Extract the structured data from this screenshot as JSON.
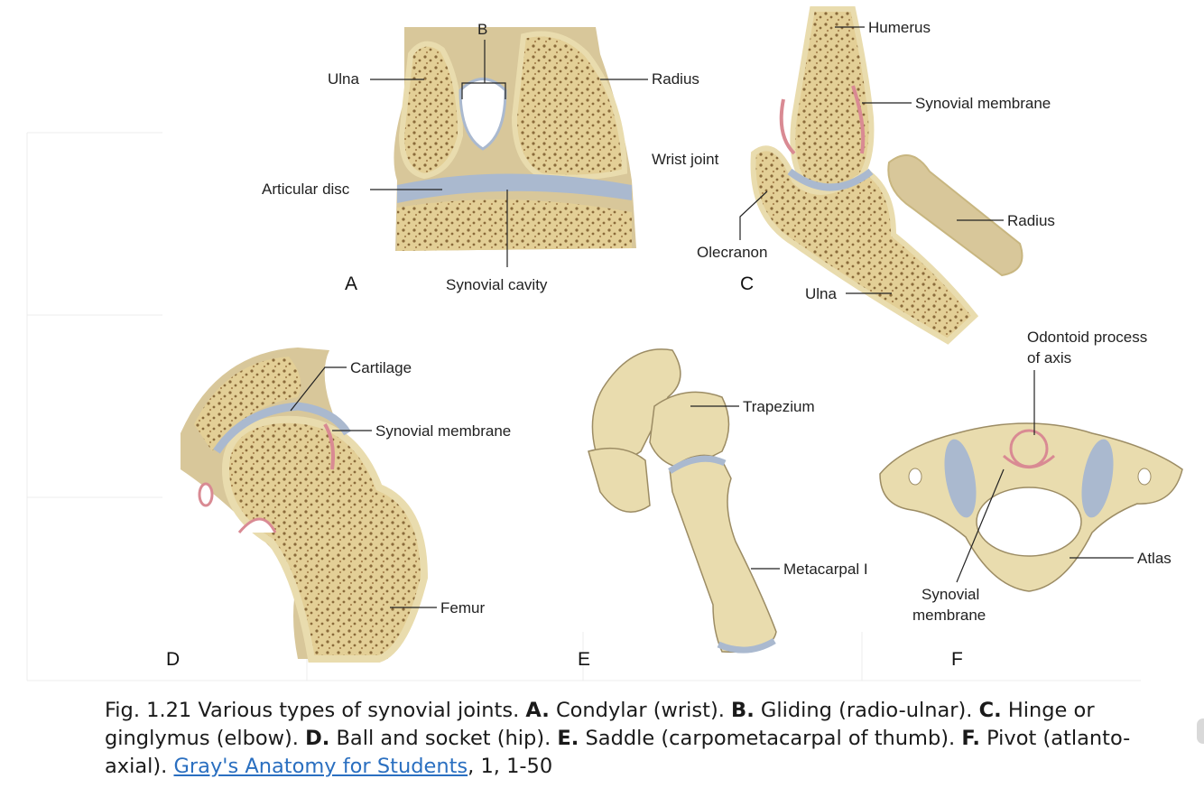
{
  "panels": {
    "A": {
      "letter": "A",
      "labels": {
        "b": "B",
        "ulna": "Ulna",
        "radius": "Radius",
        "wrist_joint": "Wrist joint",
        "articular_disc": "Articular disc",
        "synovial_cavity": "Synovial cavity"
      }
    },
    "C": {
      "letter": "C",
      "labels": {
        "humerus": "Humerus",
        "synovial_membrane": "Synovial membrane",
        "radius": "Radius",
        "olecranon": "Olecranon",
        "ulna": "Ulna"
      }
    },
    "D": {
      "letter": "D",
      "labels": {
        "cartilage": "Cartilage",
        "synovial_membrane": "Synovial membrane",
        "femur": "Femur"
      }
    },
    "E": {
      "letter": "E",
      "labels": {
        "trapezium": "Trapezium",
        "metacarpal": "Metacarpal I"
      }
    },
    "F": {
      "letter": "F",
      "labels": {
        "odontoid_1": "Odontoid process",
        "odontoid_2": "of axis",
        "synovial_1": "Synovial",
        "synovial_2": "membrane",
        "atlas": "Atlas"
      }
    }
  },
  "caption": {
    "fig": "Fig. 1.21 Various types of synovial joints. ",
    "a_key": "A.",
    "a_text": " Condylar (wrist). ",
    "b_key": "B.",
    "b_text": " Gliding (radio-ulnar). ",
    "c_key": "C.",
    "c_text": " Hinge or ginglymus (elbow). ",
    "d_key": "D.",
    "d_text": " Ball and socket (hip). ",
    "e_key": "E.",
    "e_text": " Saddle (carpometacarpal of thumb). ",
    "f_key": "F.",
    "f_text": " Pivot (atlanto-axial). ",
    "link": "Gray's Anatomy for Students",
    "ref": ", 1, 1-50"
  },
  "colors": {
    "bone": "#e9dcae",
    "marrow": "#9a7a45",
    "cartilage": "#aab9cf",
    "membrane": "#d98a93",
    "grid": "#ececec",
    "link": "#2a6fc0"
  }
}
